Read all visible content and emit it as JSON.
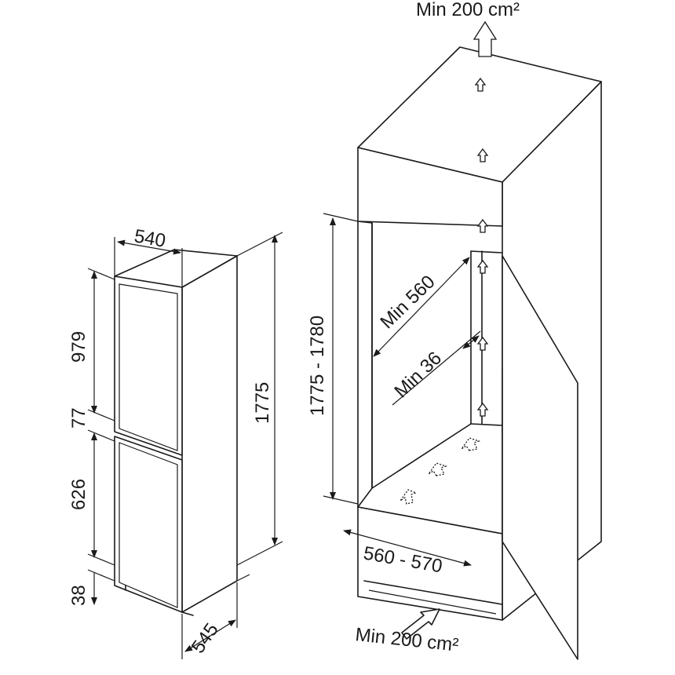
{
  "appliance": {
    "width_label": "540",
    "depth_label": "545",
    "height_label": "1775",
    "upper_door_label": "979",
    "gap_label": "77",
    "lower_door_label": "626",
    "plinth_label": "38"
  },
  "niche": {
    "height_label": "1775 - 1780",
    "width_label": "560 - 570",
    "depth_label": "Min 560",
    "rear_gap_label": "Min 36",
    "top_vent_label": "Min 200 cm²",
    "bottom_vent_label": "Min 200 cm²"
  }
}
